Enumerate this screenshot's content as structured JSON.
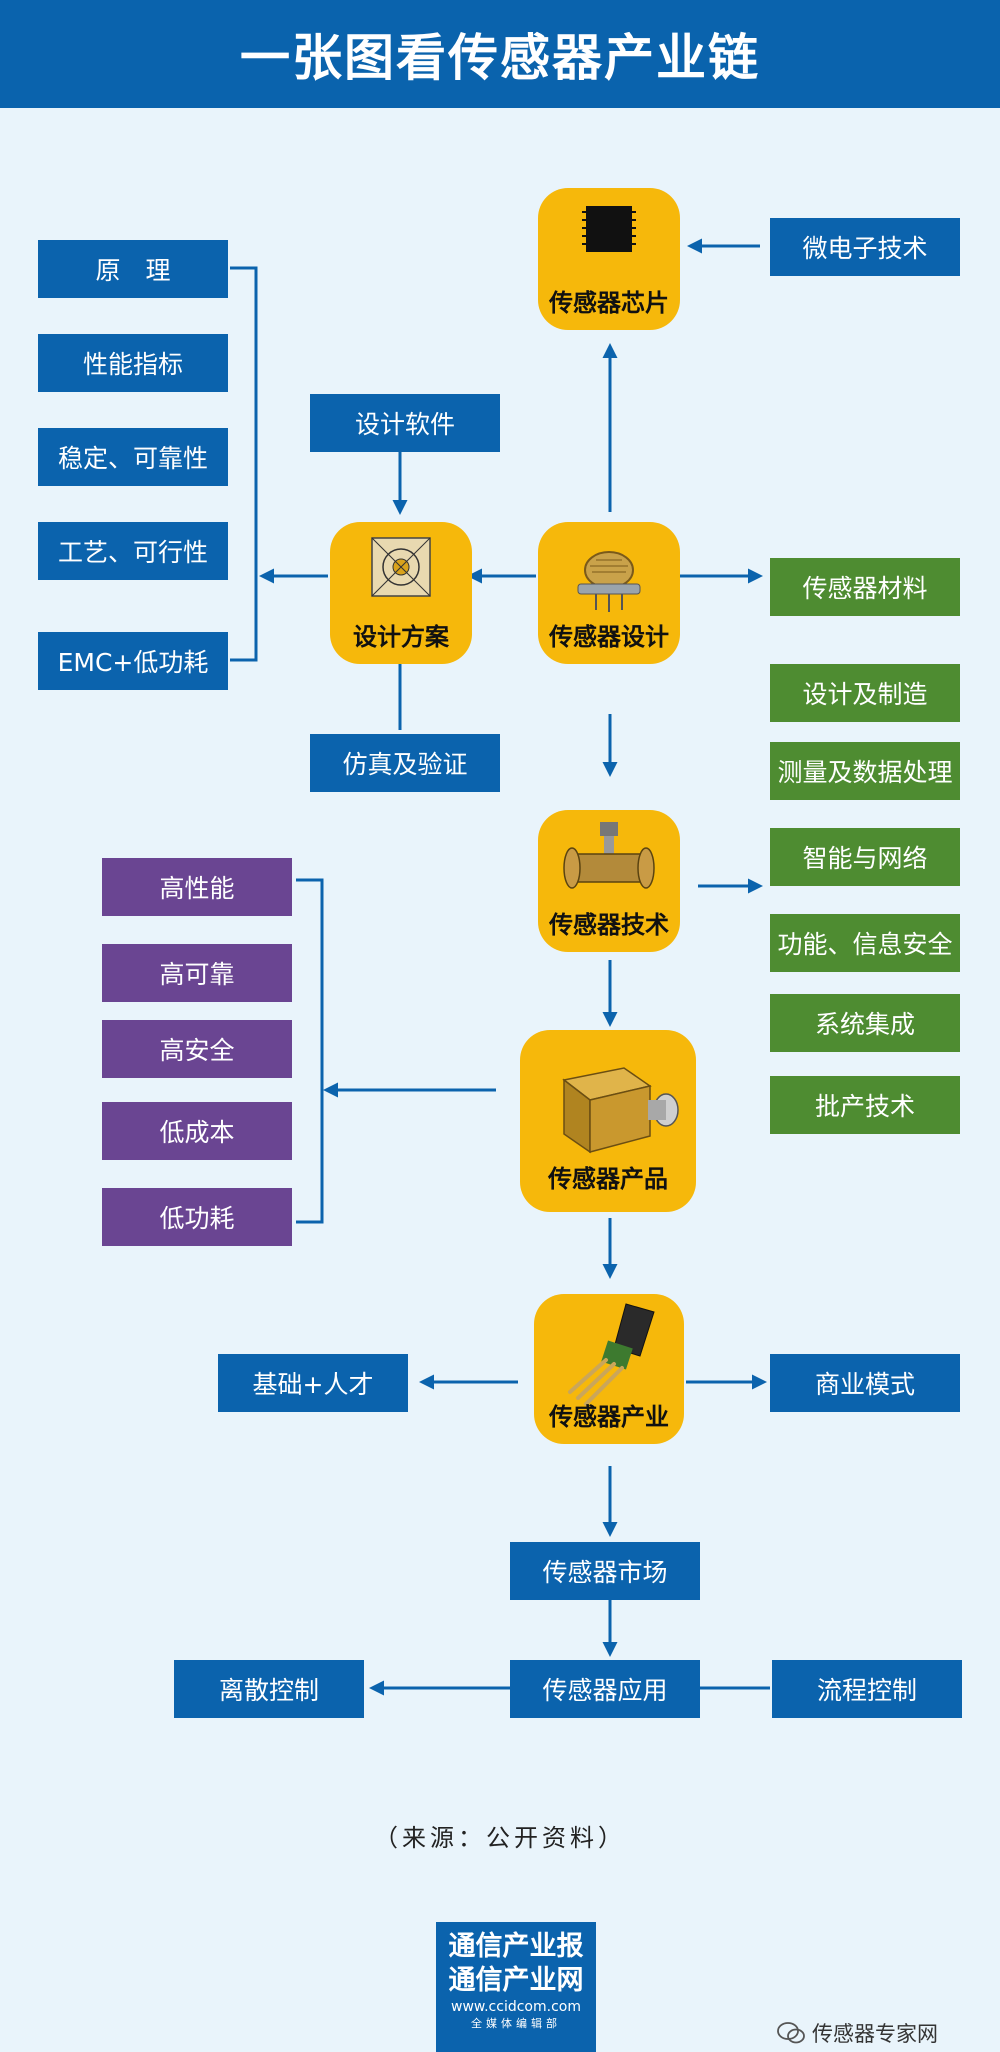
{
  "header": {
    "title": "一张图看传感器产业链"
  },
  "nodes": {
    "chip": "传感器芯片",
    "sensor_design": "传感器设计",
    "design_plan": "设计方案",
    "tech": "传感器技术",
    "product": "传感器产品",
    "industry": "传感器产业"
  },
  "left_blue": [
    "原　理",
    "性能指标",
    "稳定、可靠性",
    "工艺、可行性",
    "EMC+低功耗"
  ],
  "design_software": "设计软件",
  "simulation": "仿真及验证",
  "micro_tech": "微电子技术",
  "right_green": [
    "传感器材料",
    "设计及制造",
    "测量及数据处理",
    "智能与网络",
    "功能、信息安全",
    "系统集成",
    "批产技术"
  ],
  "left_purple": [
    "高性能",
    "高可靠",
    "高安全",
    "低成本",
    "低功耗"
  ],
  "industry_left": "基础+人才",
  "industry_right": "商业模式",
  "market": "传感器市场",
  "application": "传感器应用",
  "discrete_control": "离散控制",
  "process_control": "流程控制",
  "source": "（来源：公开资料）",
  "logo": {
    "line1": "通信产业报",
    "line2": "通信产业网",
    "url": "www.ccidcom.com",
    "tagline": "全媒体编辑部"
  },
  "watermark": "传感器专家网",
  "colors": {
    "header": "#0a63ad",
    "blue": "#0b63ad",
    "green": "#4e8c31",
    "purple": "#6a4592",
    "node": "#f6b80b",
    "background": "#e9f4fb"
  }
}
